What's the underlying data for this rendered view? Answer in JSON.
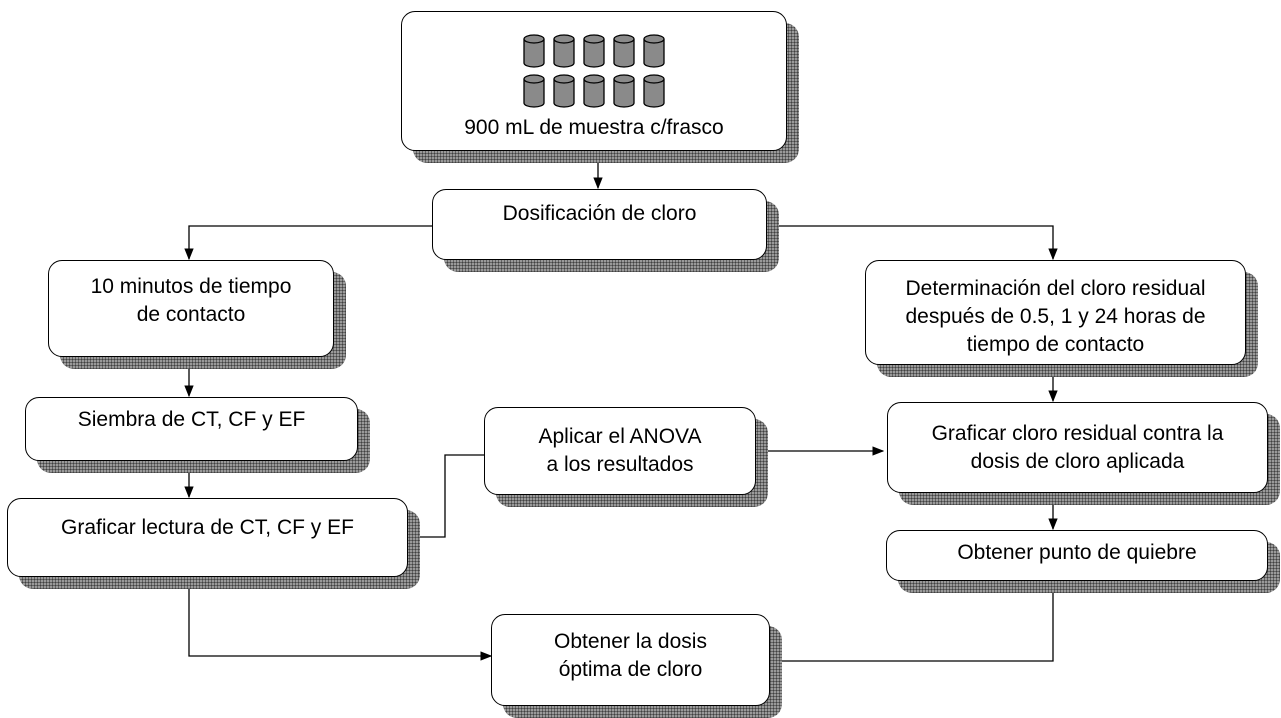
{
  "diagram": {
    "nodes": {
      "muestra": {
        "label": "900 mL de muestra c/frasco",
        "icon": "sample-jars-icon",
        "jar_count": 10
      },
      "dosificacion": {
        "label": "Dosificación de cloro"
      },
      "contacto": {
        "label": "10 minutos de tiempo\nde contacto"
      },
      "residual": {
        "label": "Determinación del cloro residual\ndespués de 0.5, 1 y 24 horas de\ntiempo de contacto"
      },
      "siembra": {
        "label": "Siembra de CT, CF y EF"
      },
      "anova": {
        "label": "Aplicar el ANOVA\na los resultados"
      },
      "graficar_cloro": {
        "label": "Graficar cloro residual contra la\ndosis de cloro aplicada"
      },
      "graficar_lectura": {
        "label": "Graficar lectura de CT, CF y EF"
      },
      "quiebre": {
        "label": "Obtener punto de quiebre"
      },
      "dosis_optima": {
        "label": "Obtener la dosis\nóptima de cloro"
      }
    },
    "edges": [
      [
        "muestra",
        "dosificacion"
      ],
      [
        "dosificacion",
        "contacto"
      ],
      [
        "dosificacion",
        "residual"
      ],
      [
        "contacto",
        "siembra"
      ],
      [
        "siembra",
        "graficar_lectura"
      ],
      [
        "anova",
        "graficar_lectura"
      ],
      [
        "anova",
        "graficar_cloro"
      ],
      [
        "residual",
        "graficar_cloro"
      ],
      [
        "graficar_cloro",
        "quiebre"
      ],
      [
        "graficar_lectura",
        "dosis_optima"
      ],
      [
        "quiebre",
        "dosis_optima"
      ]
    ],
    "colors": {
      "jar_fill": "#8a8a8a",
      "shadow": "#9a9a9a",
      "line": "#000000"
    }
  }
}
